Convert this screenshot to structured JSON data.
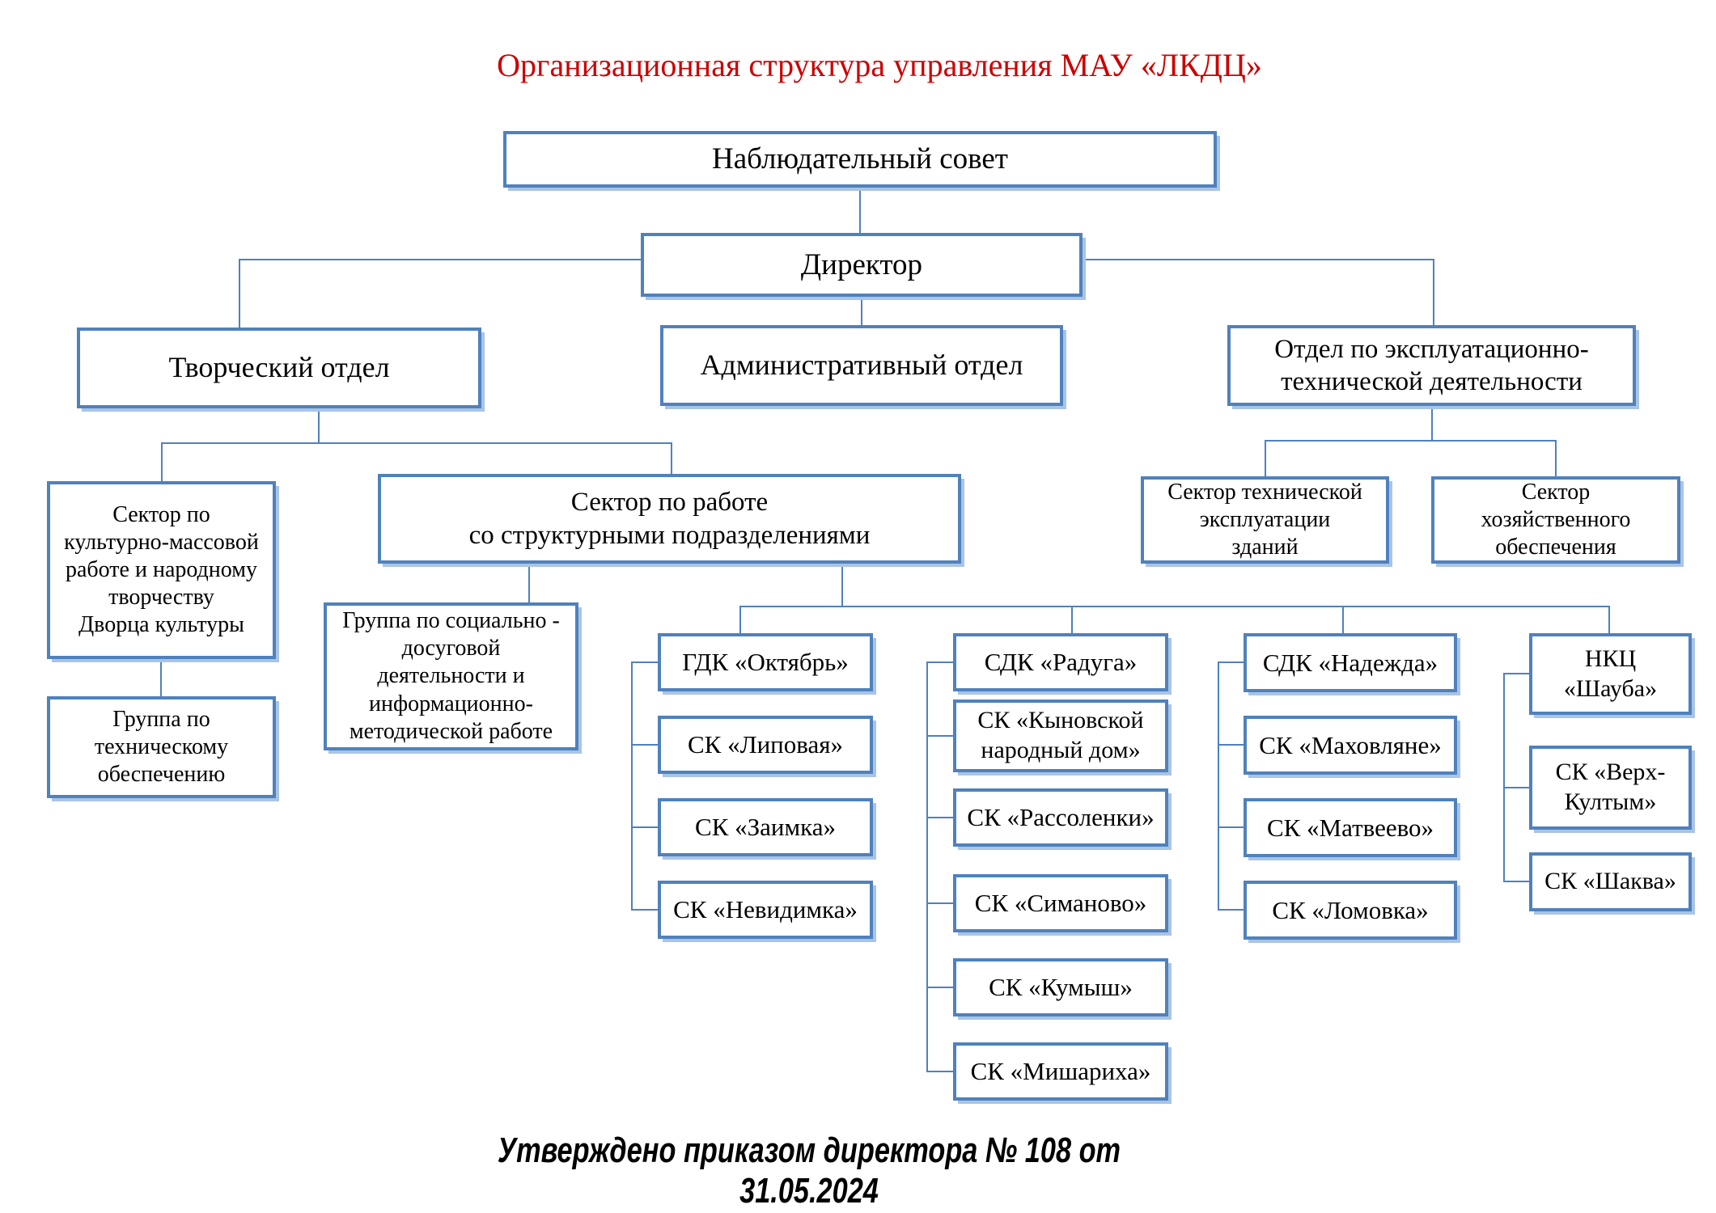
{
  "title": "Организационная структура управления МАУ «ЛКДЦ»",
  "footnote": "Утверждено приказом директора № 108 от 31.05.2024",
  "colors": {
    "title": "#cc0000",
    "box_border": "#4f81bd",
    "box_shadow": "#a9c4e4",
    "connector": "#4f81bd",
    "text": "#000000"
  },
  "nodes": {
    "supervisory": "Наблюдательный совет",
    "director": "Директор",
    "creative": "Творческий отдел",
    "admin": "Административный отдел",
    "maintenance": "Отдел по эксплуатационно-\nтехнической деятельности",
    "sector_cultural": "Сектор по\nкультурно-массовой\nработе и народному\nтворчеству\nДворца культуры",
    "group_tech": "Группа по\nтехническому\nобеспечению",
    "sector_structural": "Сектор по работе\nсо структурными подразделениями",
    "group_social": "Группа по социально -\nдосуговой\nдеятельности и\nинформационно-\nметодической работе",
    "sector_exploitation": "Сектор технической\nэксплуатации\nзданий",
    "sector_household": "Сектор\nхозяйственного\nобеспечения",
    "col1": [
      "ГДК «Октябрь»",
      "СК «Липовая»",
      "СК «Заимка»",
      "СК «Невидимка»"
    ],
    "col2": [
      "СДК «Радуга»",
      "СК «Кыновской\nнародный дом»",
      "СК «Рассоленки»",
      "СК «Симаново»",
      "СК «Кумыш»",
      "СК «Мишариха»"
    ],
    "col3": [
      "СДК «Надежда»",
      "СК «Маховляне»",
      "СК «Матвеево»",
      "СК «Ломовка»"
    ],
    "col4": [
      "НКЦ\n«Шауба»",
      "СК «Верх-\nКултым»",
      "СК «Шаква»"
    ]
  }
}
